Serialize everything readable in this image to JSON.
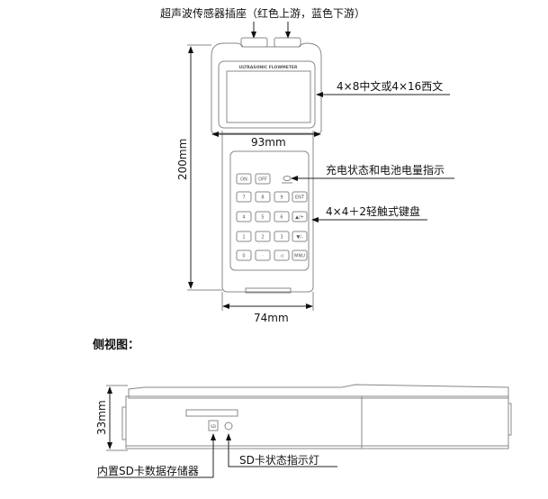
{
  "labels": {
    "sensor_socket": "超声波传感器插座（红色上游，蓝色下游）",
    "display": "4×8中文或4×16西文",
    "charge_indicator": "充电状态和电池电量指示",
    "keypad": "4×4＋2轻触式键盘",
    "height_dim": "200mm",
    "top_width_dim": "93mm",
    "bottom_width_dim": "74mm",
    "side_view_title": "侧视图：",
    "thickness_dim": "33mm",
    "sd_storage": "内置SD卡数据存储器",
    "sd_indicator": "SD卡状态指示灯",
    "sd_icon_text": "SD"
  },
  "device": {
    "brand_text": "ULTRASONIC FLOWMETER",
    "keys": [
      [
        "ON",
        "OFF"
      ],
      [
        "7",
        "8",
        "9",
        "ENT"
      ],
      [
        "4",
        "5",
        "6",
        "▲/+"
      ],
      [
        "1",
        "2",
        "3",
        "▼/-"
      ],
      [
        "0",
        "·",
        "◁",
        "MNU"
      ]
    ]
  }
}
